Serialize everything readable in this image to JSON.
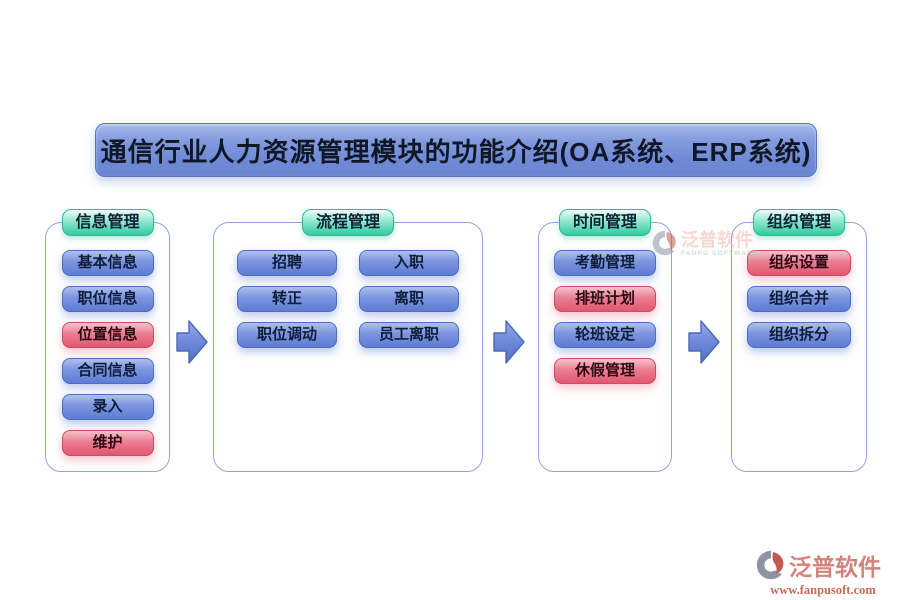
{
  "title": {
    "text": "通信行业人力资源管理模块的功能介绍(OA系统、ERP系统)"
  },
  "panels": [
    {
      "header": "信息管理",
      "items": [
        {
          "label": "基本信息",
          "variant": "blue"
        },
        {
          "label": "职位信息",
          "variant": "blue"
        },
        {
          "label": "位置信息",
          "variant": "red"
        },
        {
          "label": "合同信息",
          "variant": "blue"
        },
        {
          "label": "录入",
          "variant": "blue"
        },
        {
          "label": "维护",
          "variant": "red"
        }
      ]
    },
    {
      "header": "流程管理",
      "items": [
        {
          "label": "招聘",
          "variant": "blue"
        },
        {
          "label": "入职",
          "variant": "blue"
        },
        {
          "label": "转正",
          "variant": "blue"
        },
        {
          "label": "离职",
          "variant": "blue"
        },
        {
          "label": "职位调动",
          "variant": "blue"
        },
        {
          "label": "员工离职",
          "variant": "blue"
        }
      ]
    },
    {
      "header": "时间管理",
      "items": [
        {
          "label": "考勤管理",
          "variant": "blue"
        },
        {
          "label": "排班计划",
          "variant": "red"
        },
        {
          "label": "轮班设定",
          "variant": "blue"
        },
        {
          "label": "休假管理",
          "variant": "red"
        }
      ]
    },
    {
      "header": "组织管理",
      "items": [
        {
          "label": "组织设置",
          "variant": "red"
        },
        {
          "label": "组织合并",
          "variant": "blue"
        },
        {
          "label": "组织拆分",
          "variant": "blue"
        }
      ]
    }
  ],
  "watermark_center": {
    "name": "泛普软件",
    "subtitle": "FANPU SOFTWARE"
  },
  "watermark_footer": {
    "name": "泛普软件",
    "url": "www.fanpusoft.com"
  },
  "colors": {
    "banner_blue": "#7a92da",
    "header_teal": "#34c9a1",
    "pill_blue": "#6d89dc",
    "pill_red": "#e25672",
    "panel_border": "#8ba5e4",
    "arrow_blue": "#5d7bd0",
    "watermark_red": "#c86a58"
  }
}
